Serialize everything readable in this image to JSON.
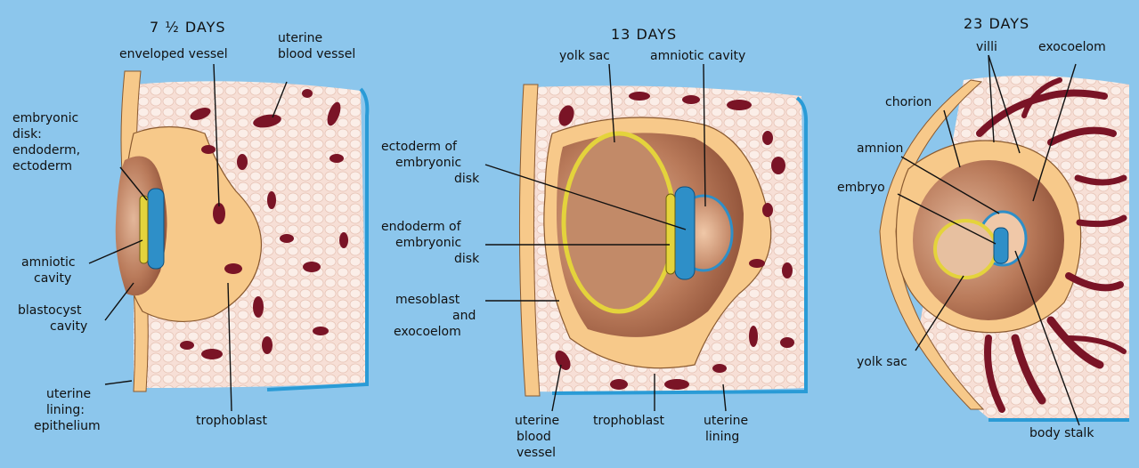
{
  "panels": [
    {
      "title": "7 ½ DAYS",
      "labels": {
        "enveloped_vessel": "enveloped vessel",
        "uterine_blood_vessel_1": "uterine",
        "uterine_blood_vessel_2": "blood vessel",
        "embryonic_disk_1": "embryonic",
        "embryonic_disk_2": "disk:",
        "embryonic_disk_3": "endoderm,",
        "embryonic_disk_4": "ectoderm",
        "amniotic_cavity_1": "amniotic",
        "amniotic_cavity_2": "cavity",
        "blastocyst_cavity_1": "blastocyst",
        "blastocyst_cavity_2": "cavity",
        "uterine_lining_1": "uterine",
        "uterine_lining_2": "lining:",
        "uterine_lining_3": "epithelium",
        "trophoblast": "trophoblast"
      }
    },
    {
      "title": "13 DAYS",
      "labels": {
        "yolk_sac": "yolk sac",
        "amniotic_cavity": "amniotic cavity",
        "ectoderm_1": "ectoderm of",
        "ectoderm_2": "embryonic",
        "ectoderm_3": "disk",
        "endoderm_1": "endoderm of",
        "endoderm_2": "embryonic",
        "endoderm_3": "disk",
        "mesoblast_1": "mesoblast",
        "mesoblast_2": "and",
        "mesoblast_3": "exocoelom",
        "uterine_blood_vessel_1": "uterine",
        "uterine_blood_vessel_2": "blood",
        "uterine_blood_vessel_3": "vessel",
        "trophoblast": "trophoblast",
        "uterine_lining_1": "uterine",
        "uterine_lining_2": "lining"
      }
    },
    {
      "title": "23 DAYS",
      "labels": {
        "villi": "villi",
        "exocoelom": "exocoelom",
        "chorion": "chorion",
        "amnion": "amnion",
        "embryo": "embryo",
        "yolk_sac": "yolk sac",
        "body_stalk": "body stalk"
      }
    }
  ],
  "colors": {
    "background": "#8cc6ec",
    "uterine_tissue": "#f7dfd6",
    "trophoblast": "#f7c98a",
    "blood": "#7a1426",
    "ectoderm": "#2e8fc8",
    "endoderm": "#e4d33c",
    "cavity": "#b97a5a",
    "edge": "#2a9bd6"
  }
}
